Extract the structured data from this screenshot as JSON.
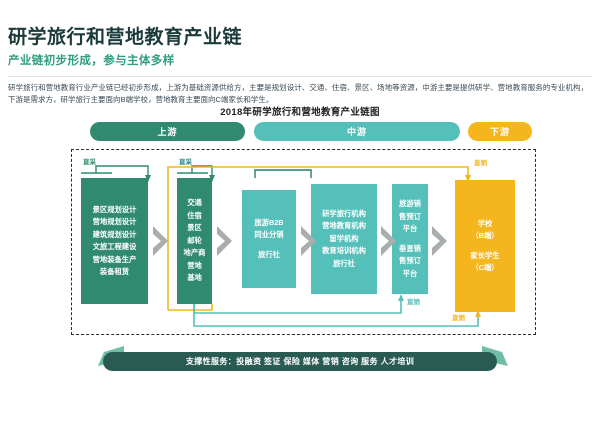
{
  "header": {
    "title": "研学旅行和营地教育产业链",
    "subtitle": "产业链初步形成，参与主体多样"
  },
  "paragraph": "研学旅行和营地教育行业产业链已经初步形成，上游为基础资源供给方，主要是规划设计、交通、住宿、景区、场地等资源，中游主要是提供研学、营地教育服务的专业机构，下游是需求方，研学旅行主要面向B端学校，营地教育主要面向C端家长和学生。",
  "chart_data": {
    "type": "diagram",
    "title": "2018年研学旅行和营地教育产业链图",
    "segments": [
      {
        "id": "upstream",
        "label": "上游",
        "color": "#2f8a70"
      },
      {
        "id": "midstream",
        "label": "中游",
        "color": "#55bfb9"
      },
      {
        "id": "downstream",
        "label": "下游",
        "color": "#f5b51d"
      }
    ],
    "columns": [
      {
        "id": "planning",
        "segment": "upstream",
        "color": "#2f8a70",
        "items": [
          "景区规划设计",
          "营地规划设计",
          "建筑规划设计",
          "文旅工程建设",
          "营地装备生产",
          "装备租赁"
        ]
      },
      {
        "id": "resources",
        "segment": "upstream",
        "color": "#2f8a70",
        "items": [
          "交通",
          "住宿",
          "景区",
          "邮轮",
          "地产商",
          "营地",
          "基地"
        ]
      },
      {
        "id": "distribution",
        "segment": "midstream",
        "color": "#55bfb9",
        "groups": [
          [
            "旅游B2B",
            "同业分销"
          ],
          [
            "旅行社"
          ]
        ]
      },
      {
        "id": "institutions",
        "segment": "midstream",
        "color": "#55bfb9",
        "items": [
          "研学旅行机构",
          "营地教育机构",
          "留学机构",
          "教育培训机构",
          "旅行社"
        ]
      },
      {
        "id": "platforms",
        "segment": "midstream",
        "color": "#55bfb9",
        "groups": [
          [
            "旅游销",
            "售预订",
            "平台"
          ],
          [
            "垂直销",
            "售预订",
            "平台"
          ]
        ]
      },
      {
        "id": "demand",
        "segment": "downstream",
        "color": "#f5b51d",
        "groups": [
          [
            "学校",
            "（B端）"
          ],
          [
            "家长学生",
            "（C端）"
          ]
        ]
      }
    ],
    "connector_labels": [
      {
        "id": "direct-purchase-1",
        "text": "直采",
        "color": "#2f8a70"
      },
      {
        "id": "direct-purchase-2",
        "text": "直采",
        "color": "#2f8a70"
      },
      {
        "id": "direct-sale-top",
        "text": "直销",
        "color": "#f5b51d"
      },
      {
        "id": "direct-sale-mid",
        "text": "直销",
        "color": "#55bfb9"
      },
      {
        "id": "direct-sale-bottom",
        "text": "直销",
        "color": "#f5b51d"
      }
    ],
    "support_bar": "支撑性服务：投融资 签证 保险 媒体 营销 咨询 服务 人才培训"
  }
}
